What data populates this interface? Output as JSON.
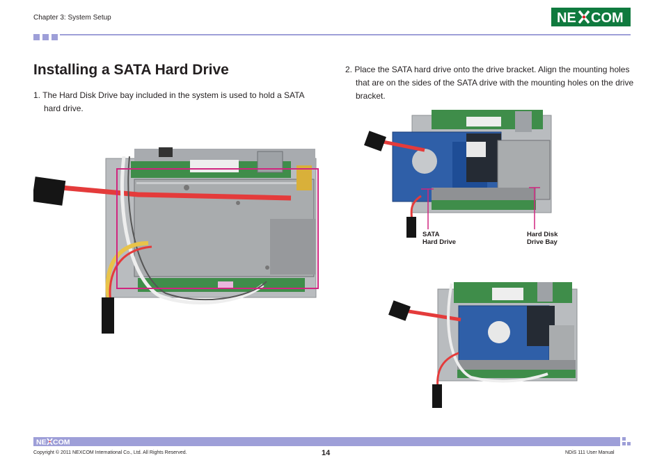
{
  "header": {
    "chapter": "Chapter 3: System Setup",
    "logo_text": "NE COM",
    "brand_color": "#0f7a3e",
    "accent_color": "#9e9fd8"
  },
  "content": {
    "title": "Installing a SATA Hard Drive",
    "step1": "1. The Hard Disk Drive bay included in the system is used to hold a SATA hard drive.",
    "step2": "2. Place the SATA hard drive onto the drive bracket. Align the mounting holes that are on the sides of the SATA drive with the mounting holes on the drive bracket."
  },
  "callouts": {
    "sata_line1": "SATA",
    "sata_line2": "Hard Drive",
    "bay_line1": "Hard Disk",
    "bay_line2": "Drive Bay"
  },
  "footer": {
    "logo_text": "NE COM",
    "copyright": "Copyright © 2011 NEXCOM International Co., Ltd. All Rights Reserved.",
    "page_number": "14",
    "manual": "NDiS 111 User Manual"
  }
}
